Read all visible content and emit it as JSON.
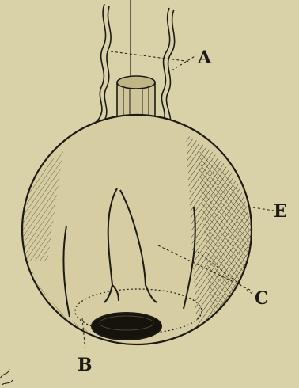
{
  "labels": {
    "A": "A",
    "B": "B",
    "C": "C",
    "E": "E"
  },
  "colors": {
    "paper": "#d9d2a8",
    "ink": "#1c1a12"
  }
}
